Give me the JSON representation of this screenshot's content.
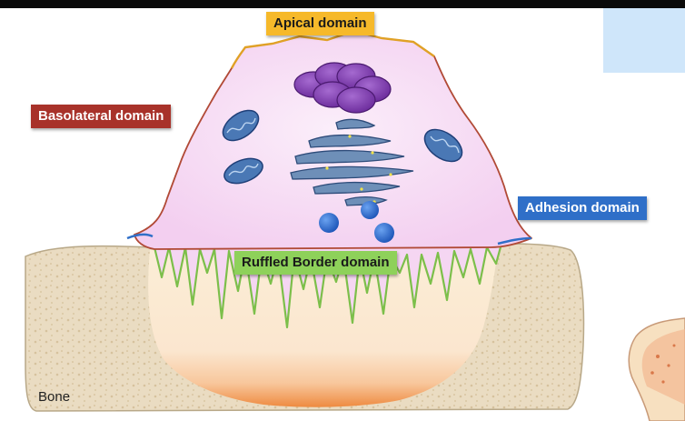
{
  "labels": {
    "apical": "Apical domain",
    "basolateral": "Basolateral domain",
    "adhesion": "Adhesion domain",
    "ruffled_border": "Ruffled Border domain",
    "bone": "Bone"
  },
  "colors": {
    "apical": "#f6b92a",
    "basolateral": "#a8322a",
    "adhesion": "#2f6fc8",
    "ruffled_border": "#8ed15a",
    "cytoplasm": "#f5d6f2",
    "bone": "#eadcc2",
    "nucleus": "#7a3aa6",
    "mitochondria": "#4a78b5"
  },
  "structures": [
    "nucleus-icon",
    "mitochondrion-icon",
    "golgi-icon",
    "vesicle-icon",
    "bone-icon"
  ]
}
